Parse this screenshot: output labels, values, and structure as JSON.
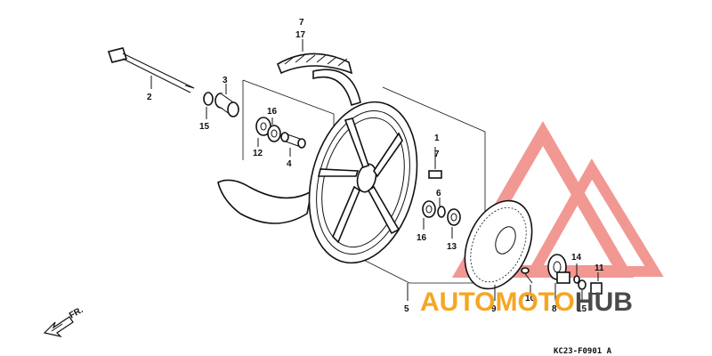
{
  "labels": {
    "p2": "2",
    "p15a": "15",
    "p3": "3",
    "p16a": "16",
    "p12": "12",
    "p4": "4",
    "p7top": "7",
    "p17": "17",
    "p1": "1",
    "p7mid": "7",
    "p6": "6",
    "p16b": "16",
    "p13": "13",
    "p5": "5",
    "p9": "9",
    "p10": "10",
    "p8": "8",
    "p14": "14",
    "p15b": "15",
    "p11": "11"
  },
  "direction_label": "FR.",
  "diagram_code": "KC23-F0901 A",
  "watermark": {
    "text_a": "AUTO",
    "text_b": "MOTO",
    "text_c": "HUB",
    "color_a": "#f5a623",
    "color_b": "#f5a623",
    "color_c": "#4a4a4a",
    "logo_color": "#e8453c"
  }
}
